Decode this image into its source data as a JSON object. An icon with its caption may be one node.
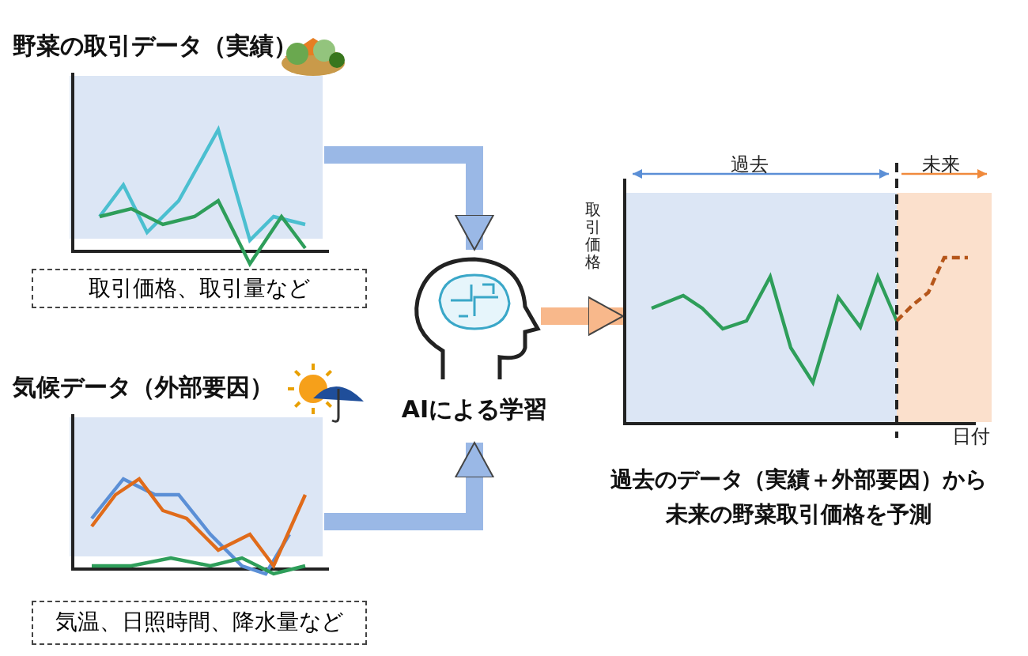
{
  "diagram": {
    "nodes": [
      {
        "text": [
          "野菜の取引データ（実績）"
        ]
      },
      {
        "text": [
          "取引価格、取引量など"
        ]
      },
      {
        "text": [
          "気候データ（外部要因）"
        ]
      },
      {
        "text": [
          "気温、日照時間、降水量など"
        ]
      },
      {
        "text": [
          "AIによる学習"
        ]
      },
      {
        "text": [
          "過去のデータ（実績＋外部要因）から未来の野菜取引価格を予測"
        ]
      }
    ],
    "edges": [
      {
        "from": 0,
        "to": 4,
        "arrow": "to"
      },
      {
        "from": 2,
        "to": 4,
        "arrow": "to"
      },
      {
        "from": 4,
        "to": 5,
        "arrow": "to",
        "color": "#f8b88b"
      }
    ],
    "labels": [
      "過去",
      "未来",
      "取引価格",
      "日付"
    ]
  }
}
